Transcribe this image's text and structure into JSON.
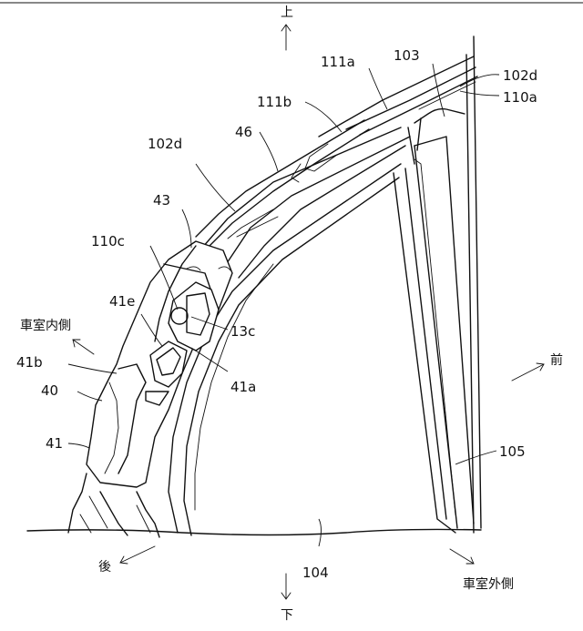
{
  "directions": {
    "up": "上",
    "down": "下",
    "front": "前",
    "rear": "後",
    "cabin_inner": "車室内側",
    "cabin_outer": "車室外側"
  },
  "labels": {
    "l111a": "111a",
    "l103": "103",
    "l102d_right": "102d",
    "l110a": "110a",
    "l111b": "111b",
    "l46": "46",
    "l102d_left": "102d",
    "l43": "43",
    "l110c": "110c",
    "l41e": "41e",
    "l13c": "13c",
    "l41b": "41b",
    "l41a": "41a",
    "l40": "40",
    "l41": "41",
    "l105": "105",
    "l104": "104"
  }
}
